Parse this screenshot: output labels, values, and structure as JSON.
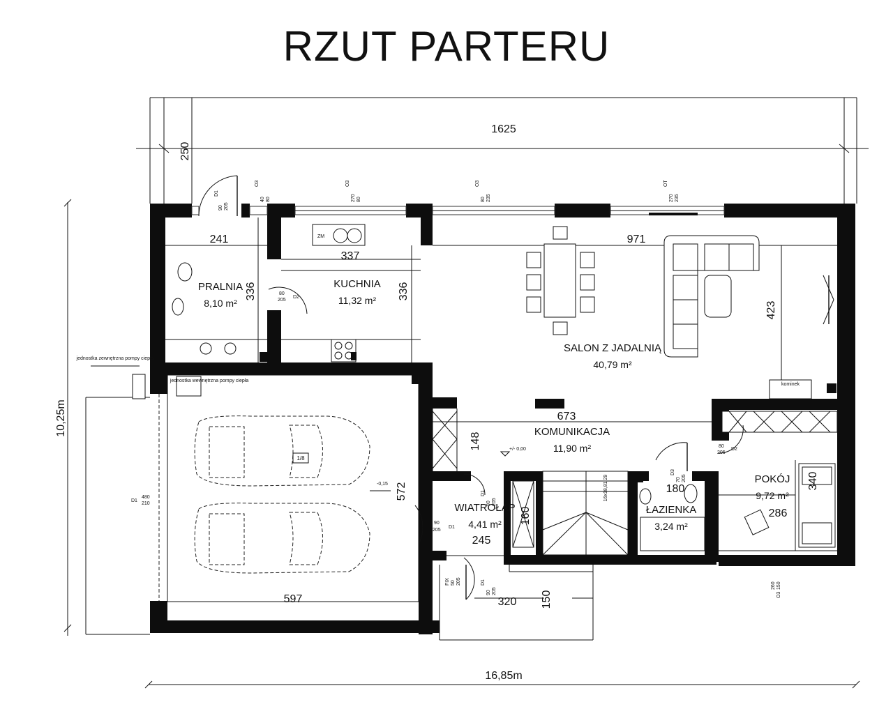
{
  "title": "RZUT PARTERU",
  "rooms": {
    "pralnia": {
      "name": "PRALNIA",
      "area": "8,10 m²"
    },
    "kuchnia": {
      "name": "KUCHNIA",
      "area": "11,32 m²"
    },
    "salon": {
      "name": "SALON Z JADALNIĄ",
      "area": "40,79 m²"
    },
    "komunikacja": {
      "name": "KOMUNIKACJA",
      "area": "11,90 m²"
    },
    "wiatrolap": {
      "name": "WIATROŁAP",
      "area": "4,41 m²"
    },
    "lazienka": {
      "name": "ŁAZIENKA",
      "area": "3,24 m²"
    },
    "pokoj": {
      "name": "POKÓJ",
      "area": "9,72 m²"
    }
  },
  "dimensions": {
    "top_width": "1625",
    "terrace_depth": "250",
    "pralnia_w": "241",
    "pralnia_h": "336",
    "kuchnia_w": "337",
    "kuchnia_h": "336",
    "salon_w": "971",
    "salon_h": "423",
    "komunikacja_w": "673",
    "komunikacja_h": "148",
    "garage_h": "572",
    "garage_w": "597",
    "wiatrolap_w": "245",
    "wiatrolap_h": "160",
    "lazienka_w": "180",
    "pokoj_w": "286",
    "pokoj_h": "340",
    "entrance_w": "320",
    "entrance_h": "150",
    "total_height": "10,25m",
    "total_width": "16,85m"
  },
  "labels": {
    "zm": "ZM",
    "kominek": "kominek",
    "garage_unit_inner": "jednostka wewnętrzna pompy ciepła",
    "unit_outer": "jednostka zewnętrzna pompy ciepła",
    "level_0": "+/- 0,00",
    "level_garage": "-0,15",
    "fix": "FIX",
    "garage_slope": "1/8",
    "stairs": "16x18,81 29"
  },
  "openings": {
    "d1_top": [
      "D1",
      "90",
      "205"
    ],
    "o3_a": [
      "O3",
      "40",
      "80"
    ],
    "o3_b": [
      "O3",
      "270",
      "80"
    ],
    "o3_c": [
      "O3",
      "80",
      "235"
    ],
    "ot": [
      "OT",
      "270",
      "235"
    ],
    "d2_pralnia": [
      "D2",
      "80",
      "205"
    ],
    "d1_garage": [
      "D1",
      "480",
      "210"
    ],
    "d1_wiatrolap": [
      "D1",
      "90",
      "205"
    ],
    "d1_front": [
      "D1",
      "90",
      "205"
    ],
    "d3_inner": [
      "D1",
      "90",
      "205"
    ],
    "d3_lazienka": [
      "D3",
      "70",
      "205"
    ],
    "d2_pokoj": [
      "D2",
      "80",
      "205"
    ],
    "o3_pokoj": [
      "O3",
      "260",
      "150"
    ],
    "fix": [
      "FIX",
      "50",
      "205"
    ]
  }
}
